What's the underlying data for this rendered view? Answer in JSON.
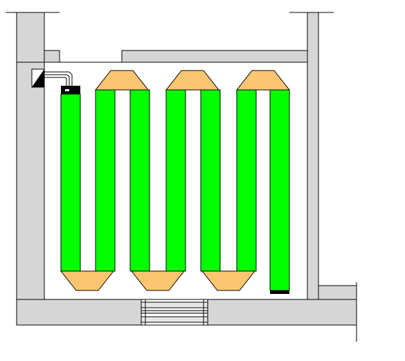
{
  "colors": {
    "wall": "#d6d6d6",
    "pipe": "#00ff00",
    "bend": "#fcc671",
    "line": "#000000",
    "background": "#ffffff",
    "connector_tube": "#cfcfcf"
  },
  "icons": {
    "inlet_sensor": "triangle-sensor-icon",
    "outlet_cap": "end-cap-icon"
  },
  "diagram": {
    "pipe_runs": 7,
    "top_bends": 3,
    "bottom_bends": 3
  }
}
